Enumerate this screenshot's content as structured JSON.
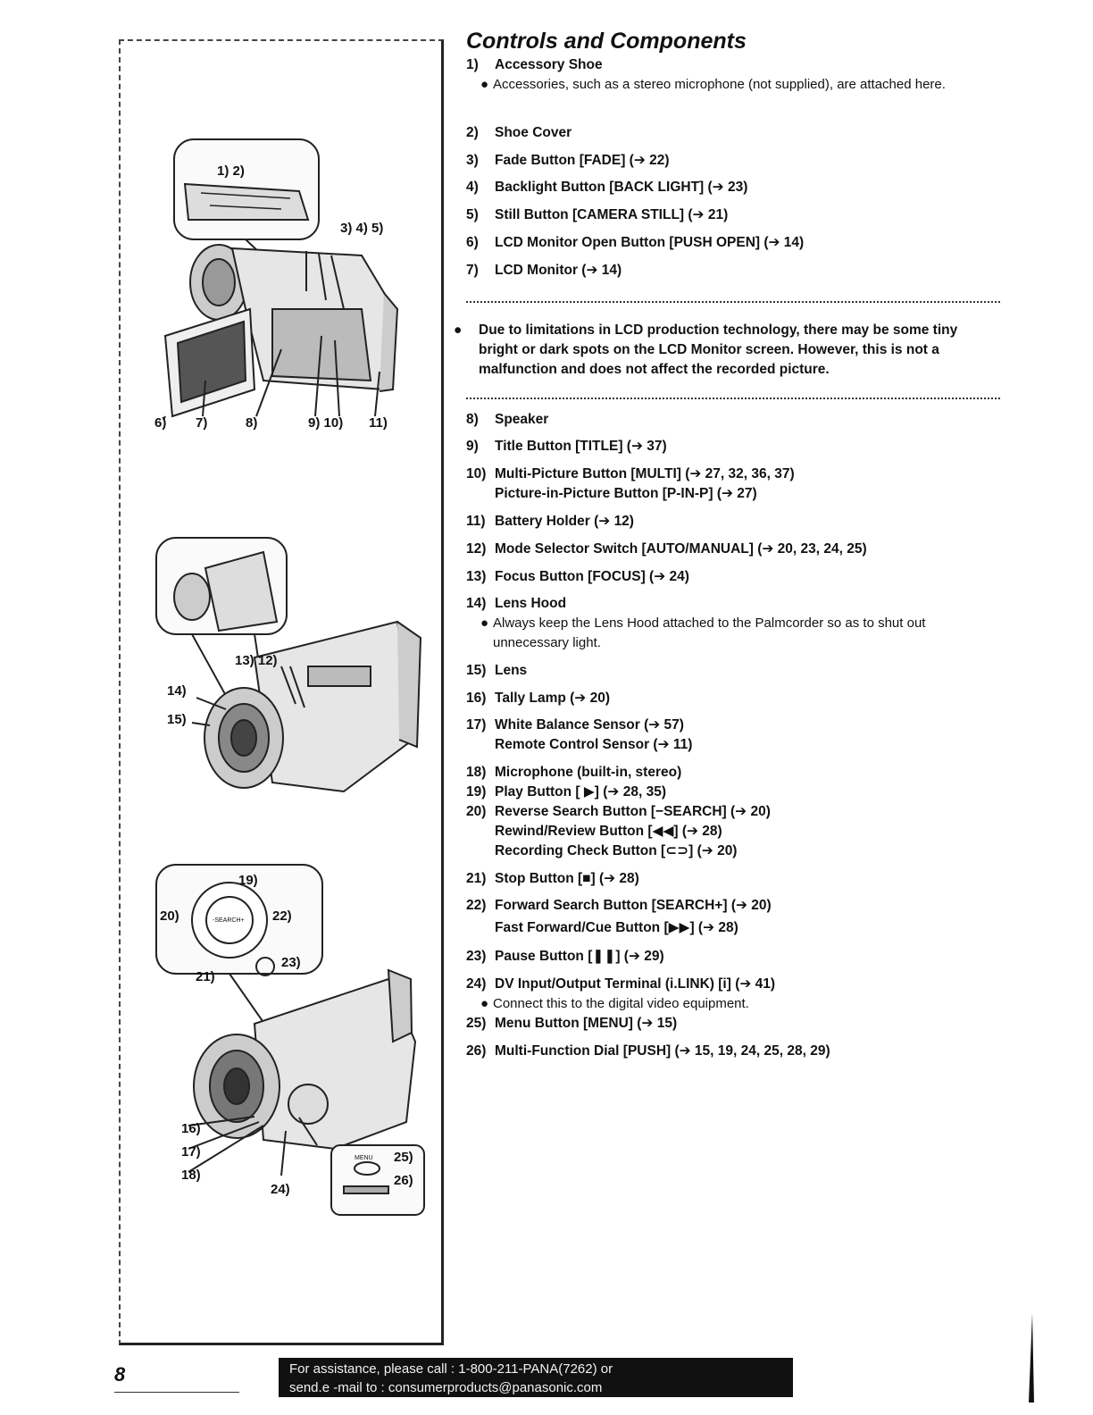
{
  "page": {
    "title": "Controls and Components",
    "page_number": "8",
    "footer_line1": "For assistance, please call : 1-800-211-PANA(7262) or",
    "footer_line2": "send.e -mail to : consumerproducts@panasonic.com"
  },
  "figure_labels": {
    "l1_2": "1) 2)",
    "l3_4_5": "3) 4) 5)",
    "l6": "6)",
    "l7": "7)",
    "l8": "8)",
    "l9_10": "9) 10)",
    "l11": "11)",
    "l13_12": "13) 12)",
    "l14": "14)",
    "l15": "15)",
    "l19": "19)",
    "l20": "20)",
    "l22": "22)",
    "l21": "21)",
    "l23": "23)",
    "search_text": "-SEARCH+",
    "l16": "16)",
    "l17": "17)",
    "l18": "18)",
    "l24": "24)",
    "l25": "25)",
    "l26": "26)",
    "menu_text": "MENU"
  },
  "items": [
    {
      "num": "1)",
      "label": "Accessory Shoe",
      "note": "Accessories, such as a stereo microphone (not supplied), are attached here."
    },
    {
      "num": "2)",
      "label": "Shoe Cover"
    },
    {
      "num": "3)",
      "label": "Fade Button [FADE] (➔ 22)"
    },
    {
      "num": "4)",
      "label": "Backlight Button [BACK LIGHT] (➔ 23)"
    },
    {
      "num": "5)",
      "label": "Still Button [CAMERA STILL] (➔ 21)"
    },
    {
      "num": "6)",
      "label": "LCD Monitor Open Button [PUSH OPEN] (➔ 14)"
    },
    {
      "num": "7)",
      "label": "LCD Monitor (➔ 14)"
    },
    {
      "num": "8)",
      "label": "Speaker"
    },
    {
      "num": "9)",
      "label": "Title Button [TITLE] (➔ 37)"
    },
    {
      "num": "10)",
      "label": "Multi-Picture Button [MULTI] (➔ 27, 32, 36, 37)",
      "sub": "Picture-in-Picture Button [P-IN-P] (➔ 27)"
    },
    {
      "num": "11)",
      "label": "Battery Holder (➔ 12)"
    },
    {
      "num": "12)",
      "label": "Mode Selector Switch [AUTO/MANUAL] (➔ 20, 23, 24, 25)"
    },
    {
      "num": "13)",
      "label": "Focus Button [FOCUS] (➔ 24)"
    },
    {
      "num": "14)",
      "label": "Lens Hood",
      "note": "Always keep the Lens Hood attached to the Palmcorder so as to shut out unnecessary light."
    },
    {
      "num": "15)",
      "label": "Lens"
    },
    {
      "num": "16)",
      "label": "Tally Lamp (➔ 20)"
    },
    {
      "num": "17)",
      "label": "White Balance Sensor (➔ 57)",
      "sub": "Remote Control Sensor (➔ 11)"
    },
    {
      "num": "18)",
      "label": "Microphone (built-in, stereo)"
    },
    {
      "num": "19)",
      "label": "Play Button [ ▶] (➔ 28, 35)"
    },
    {
      "num": "20)",
      "label": "Reverse Search Button [−SEARCH] (➔ 20)",
      "sub": "Rewind/Review Button [◀◀] (➔ 28)",
      "sub2": "Recording Check Button [⊂⊃] (➔ 20)"
    },
    {
      "num": "21)",
      "label": "Stop Button [■] (➔ 28)"
    },
    {
      "num": "22)",
      "label": "Forward Search Button [SEARCH+] (➔ 20)",
      "sub": "Fast Forward/Cue Button [▶▶] (➔ 28)"
    },
    {
      "num": "23)",
      "label": "Pause Button [❚❚] (➔ 29)"
    },
    {
      "num": "24)",
      "label": "DV Input/Output Terminal (i.LINK) [i] (➔ 41)",
      "note": "Connect this to the digital video equipment."
    },
    {
      "num": "25)",
      "label": "Menu Button [MENU] (➔ 15)"
    },
    {
      "num": "26)",
      "label": "Multi-Function Dial [PUSH] (➔ 15, 19, 24, 25, 28, 29)"
    }
  ],
  "warning": "Due to limitations in LCD production technology, there may be some tiny bright or dark spots on the LCD Monitor screen. However, this is not a malfunction and does not affect the recorded picture.",
  "bullet_glyph": "●"
}
